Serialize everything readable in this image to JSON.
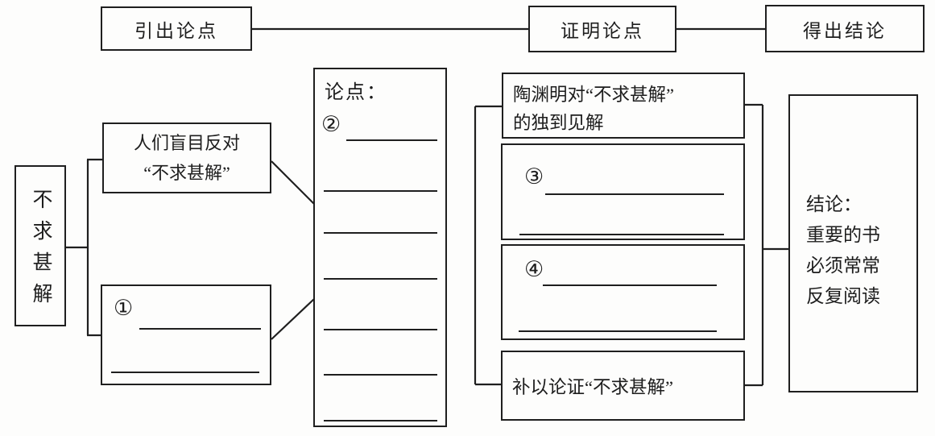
{
  "flow": {
    "steps": [
      {
        "label": "引出论点"
      },
      {
        "label": "证明论点"
      },
      {
        "label": "得出结论"
      }
    ]
  },
  "intro_section": {
    "topic": "不求甚解",
    "blind_opposition_line1": "人们盲目反对",
    "blind_opposition_line2": "“不求甚解”",
    "point1_marker": "①"
  },
  "thesis_section": {
    "title": "论点：",
    "point2_marker": "②"
  },
  "proof_section": {
    "tao_line1": "陶渊明对“不求甚解”",
    "tao_line2": "的独到见解",
    "point3_marker": "③",
    "point4_marker": "④",
    "supplement": "补以论证“不求甚解”"
  },
  "conclusion_section": {
    "line1": "结论：",
    "line2": "重要的书",
    "line3": "必须常常",
    "line4": "反复阅读"
  }
}
